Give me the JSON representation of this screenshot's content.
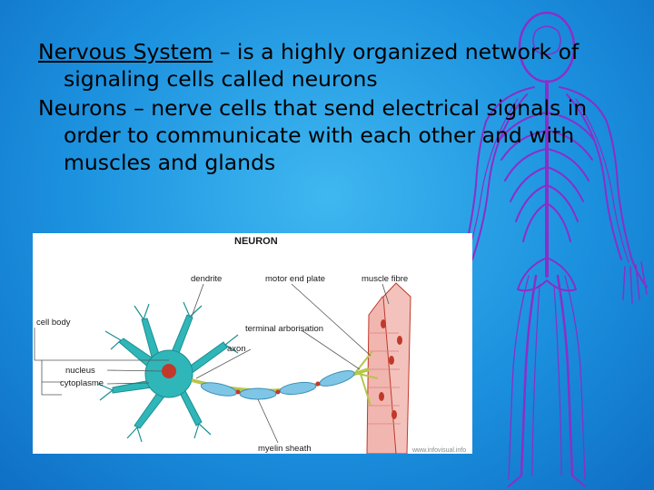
{
  "slide": {
    "para1": {
      "term": "Nervous System",
      "rest": " – is a highly organized network of signaling cells called neurons"
    },
    "para2": {
      "term": "Neurons",
      "rest": " – nerve cells that send electrical signals in order to communicate with each other and with muscles and glands"
    }
  },
  "diagram": {
    "title": "NEURON",
    "labels": {
      "dendrite": "dendrite",
      "motor_end_plate": "motor end plate",
      "muscle_fibre": "muscle fibre",
      "cell_body": "cell body",
      "terminal_arborisation": "terminal arborisation",
      "axon": "axon",
      "nucleus": "nucleus",
      "cytoplasme": "cytoplasme",
      "myelin_sheath": "myelin sheath"
    },
    "watermark": "www.infovisual.info"
  },
  "colors": {
    "background": "#1c92df",
    "figure": "#8a2fc9",
    "neuron": "#2fb6b8",
    "muscle": "#f2b6b0"
  }
}
